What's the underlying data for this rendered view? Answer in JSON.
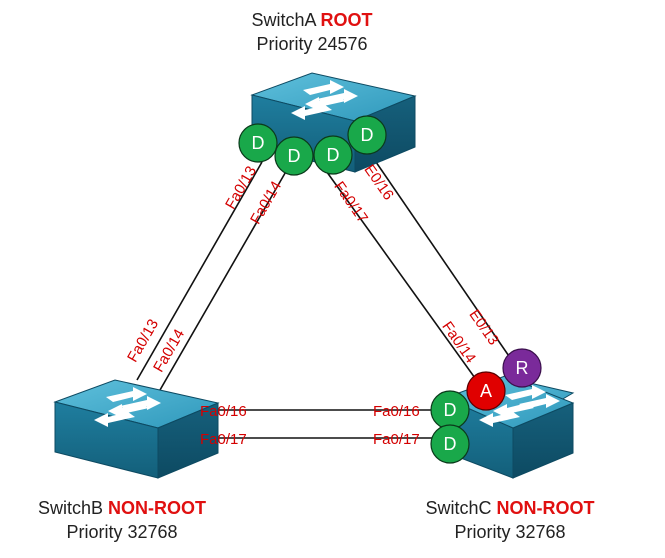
{
  "switches": {
    "a": {
      "name": "SwitchA",
      "role": "ROOT",
      "priority": "Priority 24576"
    },
    "b": {
      "name": "SwitchB",
      "role": "NON-ROOT",
      "priority": "Priority 32768"
    },
    "c": {
      "name": "SwitchC",
      "role": "NON-ROOT",
      "priority": "Priority 32768"
    }
  },
  "ports": {
    "a_fa013": "Fa0/13",
    "a_fa014": "Fa0/14",
    "a_fa017": "Fa0/17",
    "a_e016": "E0/16",
    "b_fa013": "Fa0/13",
    "b_fa014": "Fa0/14",
    "b_fa016": "Fa0/16",
    "b_fa017": "Fa0/17",
    "c_fa014": "Fa0/14",
    "c_e013": "E0/13",
    "c_fa016": "Fa0/16",
    "c_fa017": "Fa0/17"
  },
  "badges": {
    "a1": "D",
    "a2": "D",
    "a3": "D",
    "a4": "D",
    "c_alt": "A",
    "c_root": "R",
    "c_d1": "D",
    "c_d2": "D"
  },
  "colors": {
    "designated": "#19a84a",
    "alternate": "#e00000",
    "root_port": "#7a2a9a",
    "label": "#d40000",
    "role": "#e01010"
  }
}
